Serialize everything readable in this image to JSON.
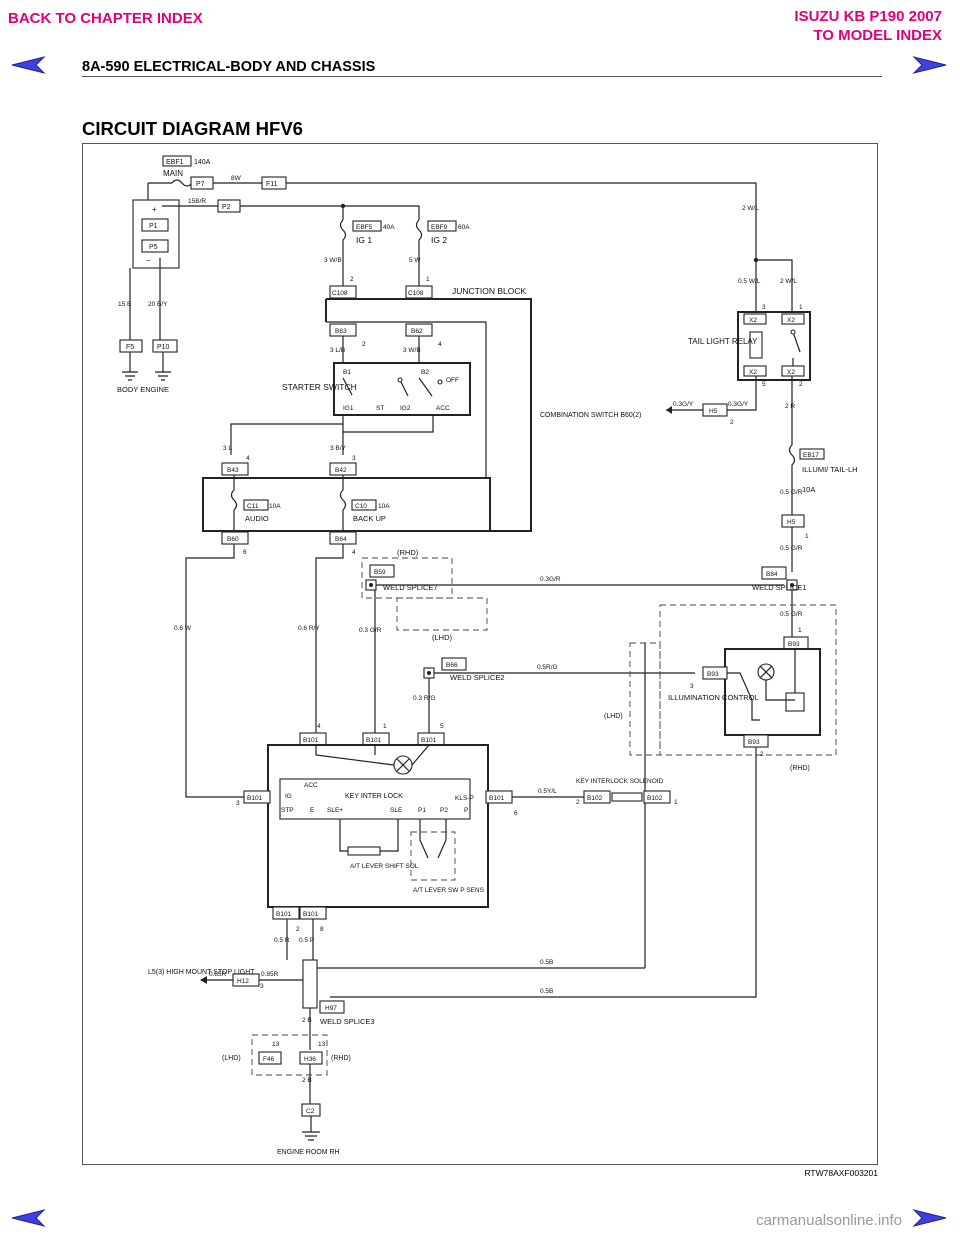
{
  "nav": {
    "back_to_chapter": "BACK TO CHAPTER INDEX",
    "model_title": "ISUZU KB P190 2007",
    "to_model_index": "TO MODEL INDEX",
    "prev_icon": "left-arrow-icon",
    "next_icon": "right-arrow-icon",
    "accent_color": "#e0007a"
  },
  "header": {
    "page_title": "8A-590  ELECTRICAL-BODY AND CHASSIS"
  },
  "diagram": {
    "title": "CIRCUIT DIAGRAM HFV6",
    "figure_id": "RTW78AXF003201",
    "main_fuse": {
      "code": "EBF1",
      "rating": "140A",
      "name": "MAIN"
    },
    "connectors": {
      "p7": "P7",
      "f11": "F11",
      "p1": "P1",
      "p2": "P2",
      "p5": "P5",
      "f5": "F5",
      "p10": "P10",
      "c108_a": "C108",
      "c108_b": "C108",
      "b63": "B63",
      "b62": "B62",
      "b43": "B43",
      "b42": "B42",
      "b60": "B60",
      "b64": "B64",
      "b59": "B59",
      "b66": "B66",
      "x2_1": "X2",
      "x2_2": "X2",
      "x2_3": "X2",
      "x2_4": "X2",
      "h5_a": "H5",
      "h5_b": "H5",
      "b84": "B84",
      "b93_a": "B93",
      "b93_b": "B93",
      "b93_c": "B93",
      "b101_a": "B101",
      "b101_b": "B101",
      "b101_c": "B101",
      "b101_d": "B101",
      "b101_e": "B101",
      "b101_f": "B101",
      "b101_g": "B101",
      "b102_a": "B102",
      "b102_b": "B102",
      "h12": "H12",
      "h97": "H97",
      "f46": "F46",
      "h36": "H36",
      "c2": "C2"
    },
    "fuses": {
      "ig1": {
        "code": "EBF5",
        "rating": "40A",
        "name": "IG 1"
      },
      "ig2": {
        "code": "EBF9",
        "rating": "60A",
        "name": "IG 2"
      },
      "audio": {
        "code": "C11",
        "rating": "10A",
        "name": "AUDIO"
      },
      "backup": {
        "code": "C10",
        "rating": "10A",
        "name": "BACK UP"
      },
      "illum": {
        "code": "EB17",
        "rating": "10A",
        "name": "ILLUMI/ TAIL-LH"
      }
    },
    "wires": {
      "w8w": "8W",
      "w15br": "15B/R",
      "w15b": "15 B",
      "w20by": "20 B/Y",
      "w3wb_a": "3 W/B",
      "w5w": "5 W",
      "w3lb": "3 L/B",
      "w3wb_b": "3 W/B",
      "w3l": "3 L",
      "w3by": "3 B/Y",
      "w2wl": "2 W/L",
      "w05wl": "0.5 W/L",
      "w2wl_b": "2 W/L",
      "w2r": "2 R",
      "w03gy_a": "0.3G/Y",
      "w03gy_b": "0.3G/Y",
      "w05gr_a": "0.5 G/R",
      "w05gr_b": "0.5 G/R",
      "w03gr_c": "0.3G/R",
      "w05gr_d": "0.5 G/R",
      "w06w": "0.6 W",
      "w06ry": "0.6 R/Y",
      "w03gr": "0.3 G/R",
      "w03rg": "0.3 R/G",
      "w05rg": "0.5R/G",
      "w05yl": "0.5Y/L",
      "w05r": "0.5 R",
      "w05p": "0.5 P",
      "w085r_a": "0.85R",
      "w085r_b": "0.85R",
      "w05b_a": "0.5B",
      "w05b_b": "0.5B",
      "w2b_a": "2 B",
      "w2b_b": "2 B"
    },
    "pins": {
      "p2": "2",
      "p1": "1",
      "p4": "4",
      "p3": "3",
      "p6": "6",
      "p5": "5",
      "p8": "8",
      "p13": "13"
    },
    "labels": {
      "junction_block": "JUNCTION BLOCK",
      "body_engine": "BODY ENGINE",
      "starter_switch": "STARTER SWITCH",
      "b1": "B1",
      "b2": "B2",
      "off": "OFF",
      "ig1": "IG1",
      "st": "ST",
      "ig2": "IG2",
      "acc": "ACC",
      "tail_relay": "TAIL LIGHT RELAY",
      "combination_switch": "COMBINATION SWITCH  B60(2)",
      "rhd": "(RHD)",
      "lhd": "(LHD)",
      "weld_splice7": "WELD SPLICE7",
      "weld_splice1": "WELD SPLICE1",
      "weld_splice2": "WELD SPLICE2",
      "weld_splice3": "WELD SPLICE3",
      "illum_control": "ILLUMINATION CONTROL",
      "key_interlock_solenoid": "KEY INTERLOCK SOLENOID",
      "acc_pin": "ACC",
      "ig_pin": "IG",
      "stp_pin": "STP",
      "e_pin": "E",
      "sle_plus": "SLE+",
      "sle_pin": "SLE",
      "p1_pin": "P1",
      "p2_pin": "P2",
      "kls_p": "KLS-P",
      "key_interlock": "KEY INTER LOCK",
      "at_shift_sol": "A/T LEVER SHIFT SOL",
      "at_sw_sens": "A/T LEVER SW P SENS",
      "high_mount": "L5(3) HIGH MOUNT STOP LIGHT",
      "engine_room": "ENGINE ROOM RH"
    }
  },
  "footer": {
    "site": "carmanualsonline.info"
  }
}
